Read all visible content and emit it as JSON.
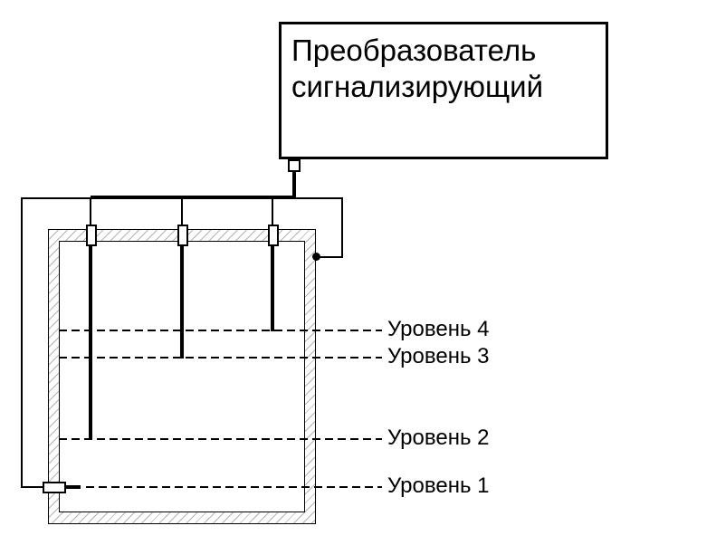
{
  "diagram": {
    "title": {
      "line1": "Преобразователь",
      "line2": "сигнализирующий"
    },
    "levels": [
      {
        "id": "level-4",
        "label": "Уровень 4"
      },
      {
        "id": "level-3",
        "label": "Уровень 3"
      },
      {
        "id": "level-2",
        "label": "Уровень 2"
      },
      {
        "id": "level-1",
        "label": "Уровень 1"
      }
    ],
    "colors": {
      "line": "#000000",
      "hatch": "#b3b3b3",
      "background": "#ffffff"
    }
  }
}
